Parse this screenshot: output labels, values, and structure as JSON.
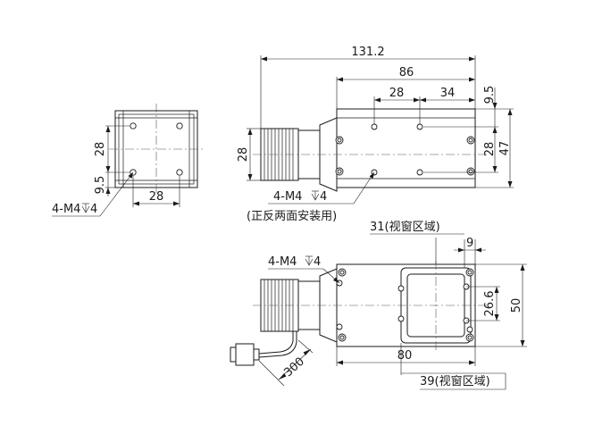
{
  "dims": {
    "overall_length": "131.2",
    "body_length": "86",
    "hole_spacing_a": "28",
    "hole_spacing_b": "34",
    "top_offset": "9.5",
    "hole_vertical_pitch": "28",
    "body_height": "47",
    "lens_diameter": "28",
    "end_hole_pitch_v": "28",
    "end_offset": "9.5",
    "end_hole_pitch_h": "28",
    "window_31": "31(视窗区域)",
    "window_offset": "9",
    "window_height": "26.6",
    "overall_height": "50",
    "base_length": "80",
    "cable_length": "300",
    "window_39": "39(视窗区域)"
  },
  "notes": {
    "end_holes": "4-M4",
    "end_depth": "4",
    "side_holes": "4-M4",
    "side_depth": "4",
    "side_holes_note": "(正反两面安装用)",
    "bottom_holes": "4-M4",
    "bottom_depth": "4"
  }
}
